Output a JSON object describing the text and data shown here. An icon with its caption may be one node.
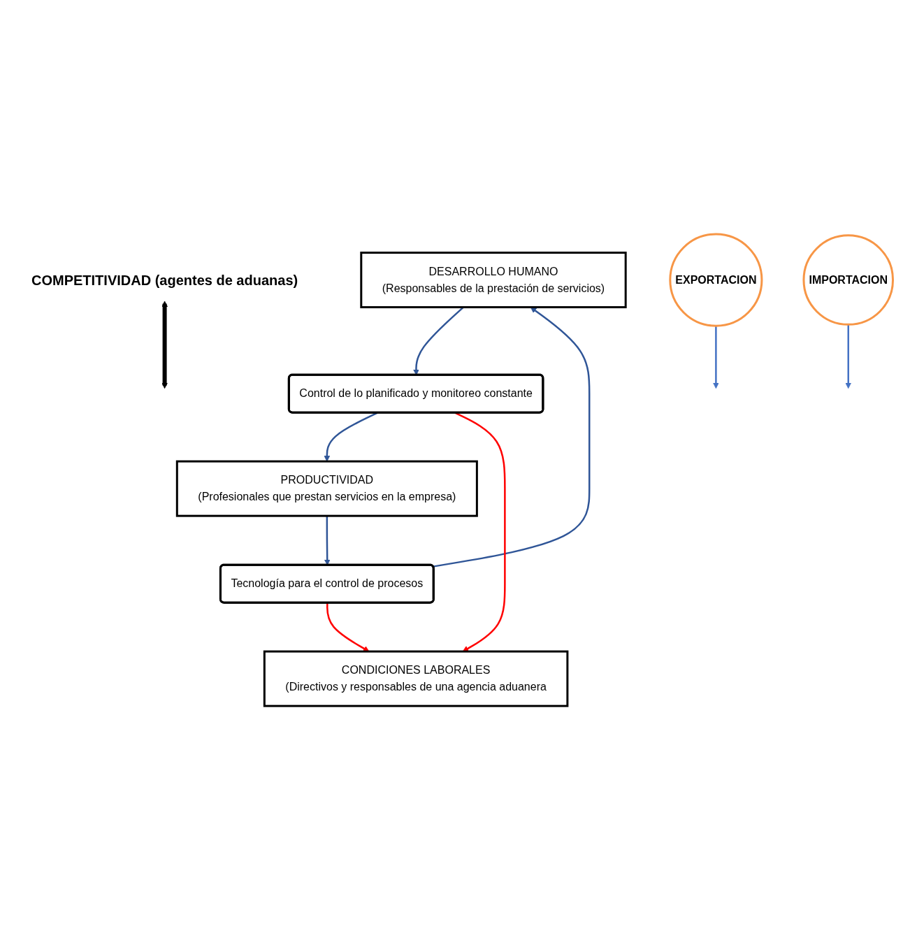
{
  "diagram": {
    "nodes": [
      {
        "text": [
          "DESARROLLO HUMANO",
          "(Responsables de la prestación de servicios)"
        ]
      },
      {
        "text": [
          "Control de lo planificado y monitoreo constante"
        ]
      },
      {
        "text": [
          "CONDICIONES LABORALES",
          "(Directivos y responsables de una agencia aduanera"
        ]
      },
      {
        "text": [
          "Tecnología para el control de procesos"
        ]
      },
      {
        "text": [
          "PRODUCTIVIDAD",
          "(Profesionales que prestan servicios en la empresa)"
        ]
      },
      {
        "text": [
          "COMPETITIVIDAD (agentes de aduanas)"
        ]
      },
      {
        "text": [
          "EXPORTACION"
        ]
      },
      {
        "text": [
          "IMPORTACION"
        ]
      }
    ],
    "edges": [
      {
        "from": 0,
        "to": 1,
        "arrow": "to"
      },
      {
        "from": 1,
        "to": 4,
        "arrow": "to"
      },
      {
        "from": 4,
        "to": 3,
        "arrow": "to"
      },
      {
        "from": 3,
        "to": 0,
        "arrow": "to"
      },
      {
        "from": 1,
        "to": 2,
        "arrow": "to",
        "color": "#ff0000"
      },
      {
        "from": 3,
        "to": 2,
        "arrow": "to",
        "color": "#ff0000"
      },
      {
        "from": 5,
        "to": null,
        "arrow": "both",
        "style": "thick",
        "color": "#000000"
      },
      {
        "from": 6,
        "to": null,
        "arrow": "to",
        "color": "#4472c4"
      },
      {
        "from": 7,
        "to": null,
        "arrow": "to",
        "color": "#4472c4"
      }
    ]
  }
}
